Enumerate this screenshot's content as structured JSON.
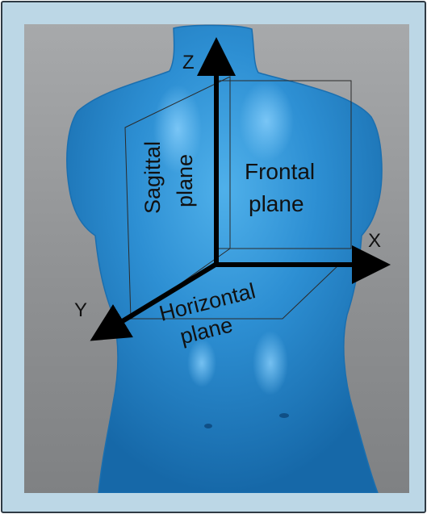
{
  "figure": {
    "colors": {
      "frame": "#bcd7e6",
      "background": "#98999b",
      "torso": "#2d8fd3",
      "axes": "#000000",
      "plane_outline": "#2a2a2a"
    },
    "axes": {
      "z": "Z",
      "x": "X",
      "y": "Y"
    },
    "planes": {
      "sagittal": {
        "line1": "Sagittal",
        "line2": "plane"
      },
      "frontal": {
        "line1": "Frontal",
        "line2": "plane"
      },
      "horizontal": {
        "line1": "Horizontal",
        "line2": "plane"
      }
    }
  }
}
